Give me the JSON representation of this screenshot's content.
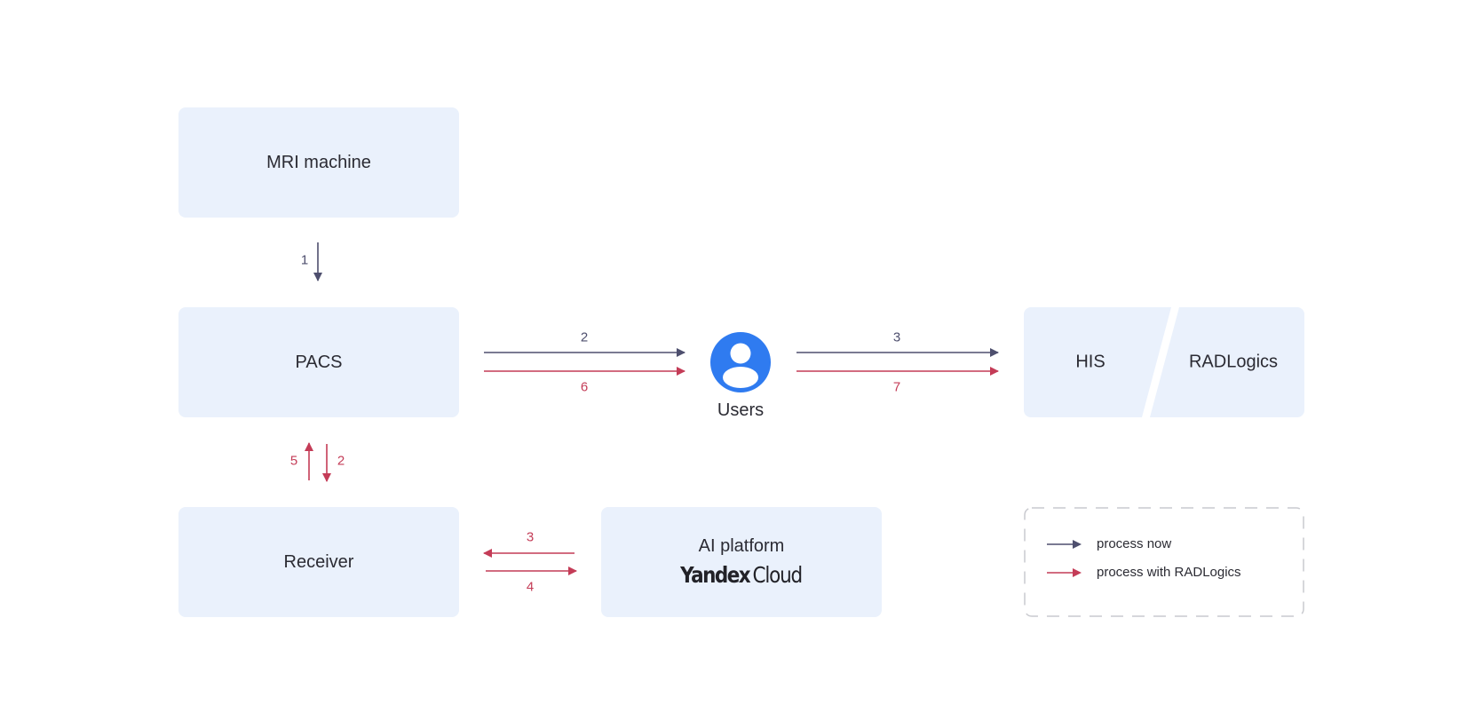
{
  "boxes": {
    "mri": "MRI machine",
    "pacs": "PACS",
    "receiver": "Receiver",
    "ai_platform": "AI platform",
    "yandex_logo_a": "Yandex",
    "yandex_logo_b": "Cloud",
    "his": "HIS",
    "radlogics": "RADLogics"
  },
  "users": {
    "label": "Users"
  },
  "steps": {
    "mri_to_pacs": "1",
    "pacs_to_users_now": "2",
    "pacs_to_users_rad": "6",
    "users_to_his_now": "3",
    "users_to_his_rad": "7",
    "receiver_to_pacs": "5",
    "pacs_to_receiver": "2",
    "ai_to_receiver": "3",
    "receiver_to_ai": "4"
  },
  "legend": {
    "now": "process now",
    "with_radlogics": "process with RADLogics"
  },
  "colors": {
    "box_fill": "#eaf1fc",
    "arrow_now": "#4e4f6e",
    "arrow_radlogics": "#c43c57",
    "user_icon": "#2f7bf0"
  }
}
